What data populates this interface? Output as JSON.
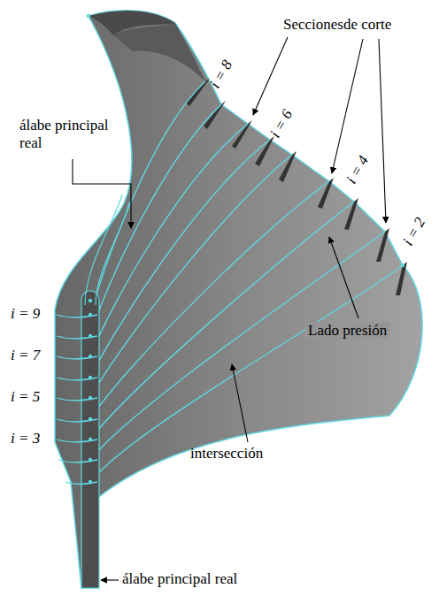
{
  "diagram": {
    "labels": [
      "Seccionesde corte",
      "i = 8",
      "i = 6",
      "i = 4",
      "i = 2",
      "álabe principal real",
      "Lado presión",
      "intersección",
      "i = 9",
      "i = 7",
      "i = 5",
      "i = 3",
      "álabe principal real"
    ]
  }
}
